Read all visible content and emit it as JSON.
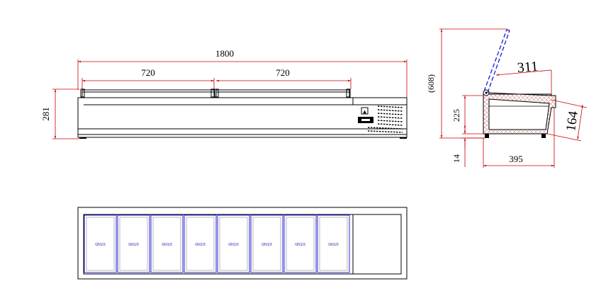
{
  "colors": {
    "outline": "#000000",
    "dimension": "#cc0000",
    "lid": "#1a1ad0",
    "gastronorm": "#2a2ad8",
    "hatch": "#d08888"
  },
  "front_view": {
    "overall_width": "1800",
    "lid_left_width": "720",
    "lid_right_width": "720",
    "height": "281",
    "thermostat_glyph": "▲"
  },
  "side_view": {
    "open_height": "(608)",
    "lid_depth": "311",
    "body_height": "225",
    "foot_height": "14",
    "depth": "395",
    "front_height": "164"
  },
  "top_view": {
    "pans": [
      "GN1/3",
      "GN1/3",
      "GN1/3",
      "GN1/3",
      "GN1/3",
      "GN1/3",
      "GN1/3",
      "GN1/3"
    ]
  }
}
